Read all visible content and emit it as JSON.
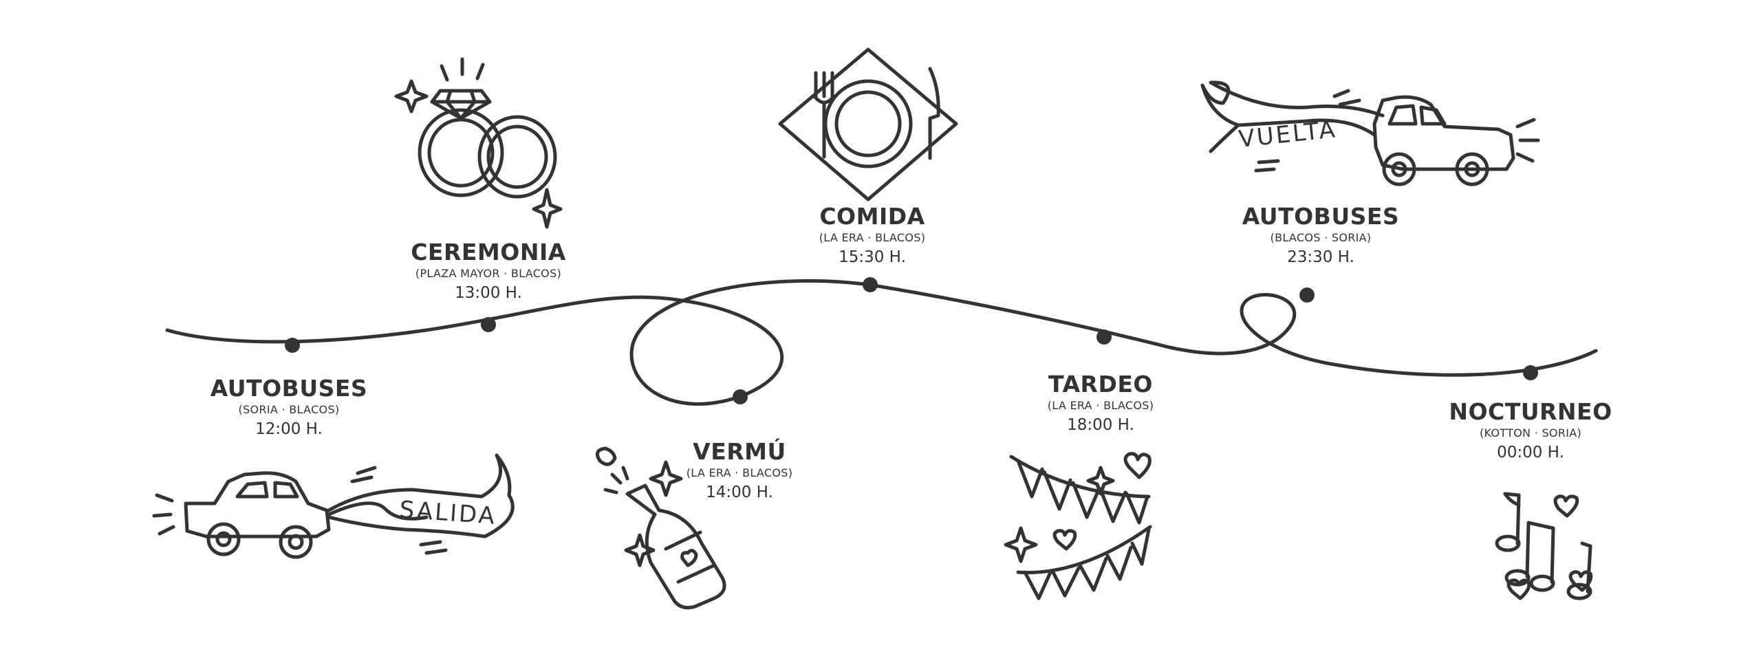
{
  "colors": {
    "ink": "#333333",
    "background": "#ffffff"
  },
  "events": [
    {
      "id": "autobuses-ida",
      "title": "AUTOBUSES",
      "place": "(SORIA · BLACOS)",
      "time": "12:00 H.",
      "icon": "car-icon",
      "banner": "SALIDA"
    },
    {
      "id": "ceremonia",
      "title": "CEREMONIA",
      "place": "(PLAZA MAYOR · BLACOS)",
      "time": "13:00 H.",
      "icon": "rings-icon"
    },
    {
      "id": "vermu",
      "title": "VERMÚ",
      "place": "(LA ERA · BLACOS)",
      "time": "14:00 H.",
      "icon": "champagne-icon"
    },
    {
      "id": "comida",
      "title": "COMIDA",
      "place": "(LA ERA · BLACOS)",
      "time": "15:30 H.",
      "icon": "plate-cutlery-icon"
    },
    {
      "id": "tardeo",
      "title": "TARDEO",
      "place": "(LA ERA · BLACOS)",
      "time": "18:00 H.",
      "icon": "bunting-icon"
    },
    {
      "id": "autobuses-vuelta",
      "title": "AUTOBUSES",
      "place": "(BLACOS · SORIA)",
      "time": "23:30 H.",
      "icon": "car-icon",
      "banner": "VUELTA"
    },
    {
      "id": "nocturneo",
      "title": "NOCTURNEO",
      "place": "(KOTTON · SORIA)",
      "time": "00:00 H.",
      "icon": "music-notes-icon"
    }
  ]
}
